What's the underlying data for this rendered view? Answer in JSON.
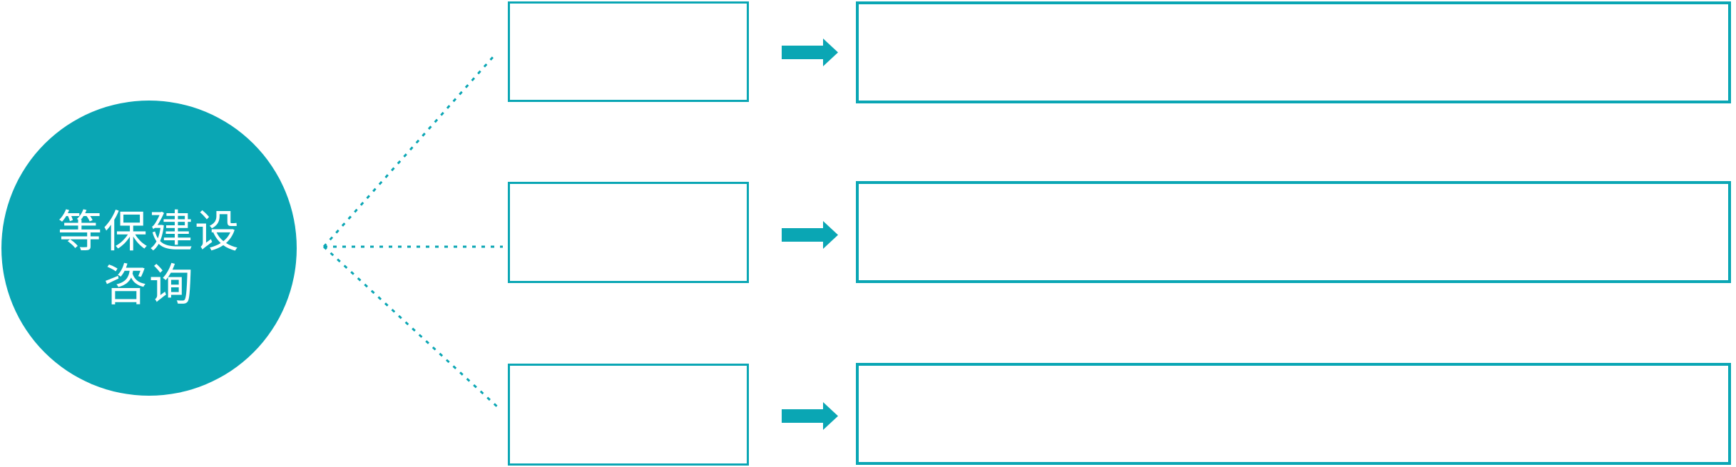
{
  "colors": {
    "accent": "#0aa6b4",
    "canvas_background": "#ffffff",
    "box_fill": "#ffffff",
    "hub_text": "#ffffff"
  },
  "hub": {
    "line1": "等保建设",
    "line2": "咨询"
  },
  "rows": [
    {
      "id": "row-1",
      "small_box_text": "",
      "big_box_text": ""
    },
    {
      "id": "row-2",
      "small_box_text": "",
      "big_box_text": ""
    },
    {
      "id": "row-3",
      "small_box_text": "",
      "big_box_text": ""
    }
  ]
}
